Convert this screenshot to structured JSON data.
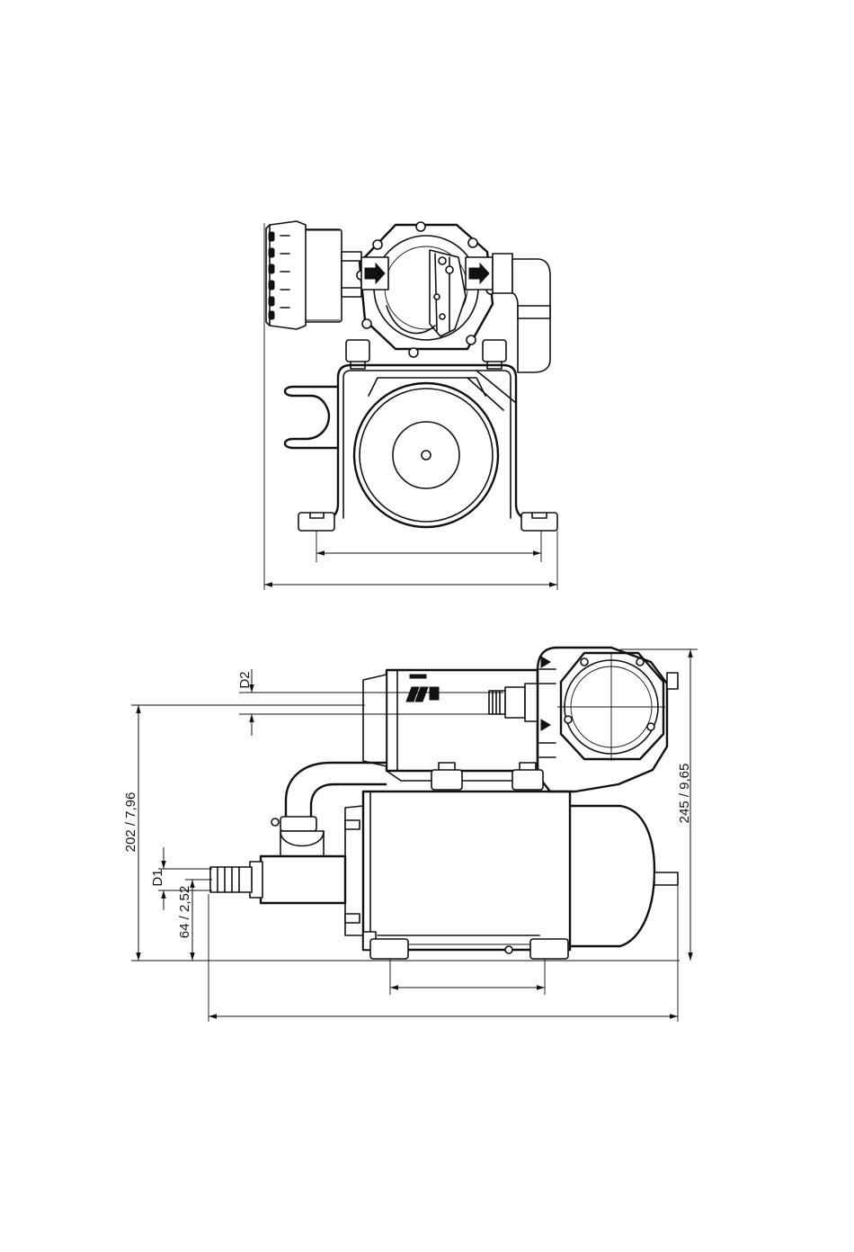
{
  "dimensions": {
    "d2": "D2",
    "d1": "D1",
    "height_left": "202 / 7,96",
    "inlet_height": "64 / 2,52",
    "height_right": "245 / 9,65"
  }
}
